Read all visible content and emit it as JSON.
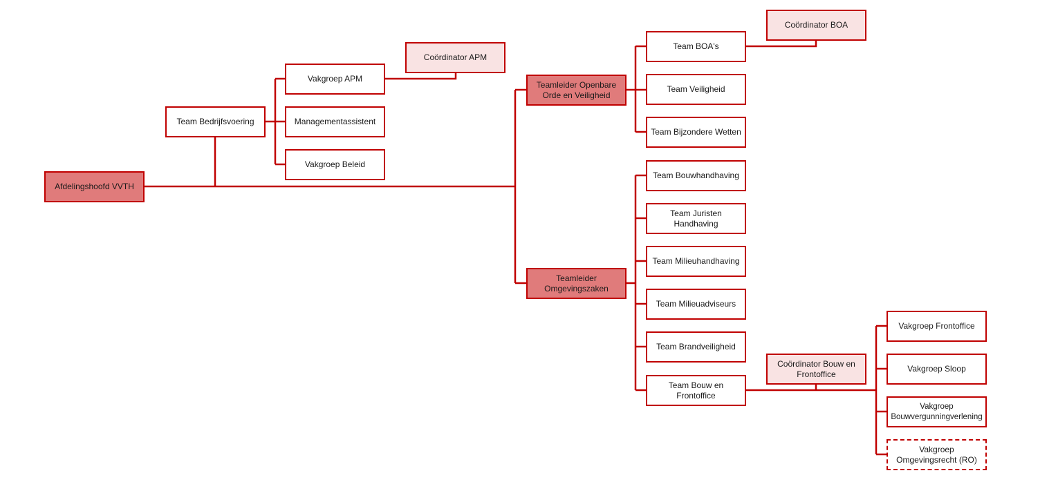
{
  "colors": {
    "line": "#c00000",
    "head_fill": "#e07b7b",
    "coordinator_fill": "#f9e3e3",
    "team_fill": "#ffffff"
  },
  "nodes": {
    "afdelingshoofd": "Afdelingshoofd VVTH",
    "team_bedrijfsvoering": "Team Bedrijfsvoering",
    "vakgroep_apm": "Vakgroep APM",
    "managementassistent": "Managementassistent",
    "vakgroep_beleid": "Vakgroep Beleid",
    "coordinator_apm": "Coördinator APM",
    "teamleider_oov": "Teamleider Openbare Orde en Veiligheid",
    "teamleider_omgevingszaken": "Teamleider Omgevingszaken",
    "team_boas": "Team BOA's",
    "coordinator_boa": "Coördinator BOA",
    "team_veiligheid": "Team Veiligheid",
    "team_bijzondere_wetten": "Team Bijzondere Wetten",
    "team_bouwhandhaving": "Team Bouwhandhaving",
    "team_juristen_handhaving": "Team Juristen Handhaving",
    "team_milieuhandhaving": "Team Milieuhandhaving",
    "team_milieuadviseurs": "Team Milieuadviseurs",
    "team_brandveiligheid": "Team Brandveiligheid",
    "team_bouw_frontoffice": "Team Bouw en Frontoffice",
    "coordinator_bouw_frontoffice": "Coördinator Bouw en Frontoffice",
    "vakgroep_frontoffice": "Vakgroep Frontoffice",
    "vakgroep_sloop": "Vakgroep Sloop",
    "vakgroep_bouwvergunningverlening": "Vakgroep Bouwvergunningverlening",
    "vakgroep_omgevingsrecht": "Vakgroep Omgevingsrecht (RO)"
  }
}
